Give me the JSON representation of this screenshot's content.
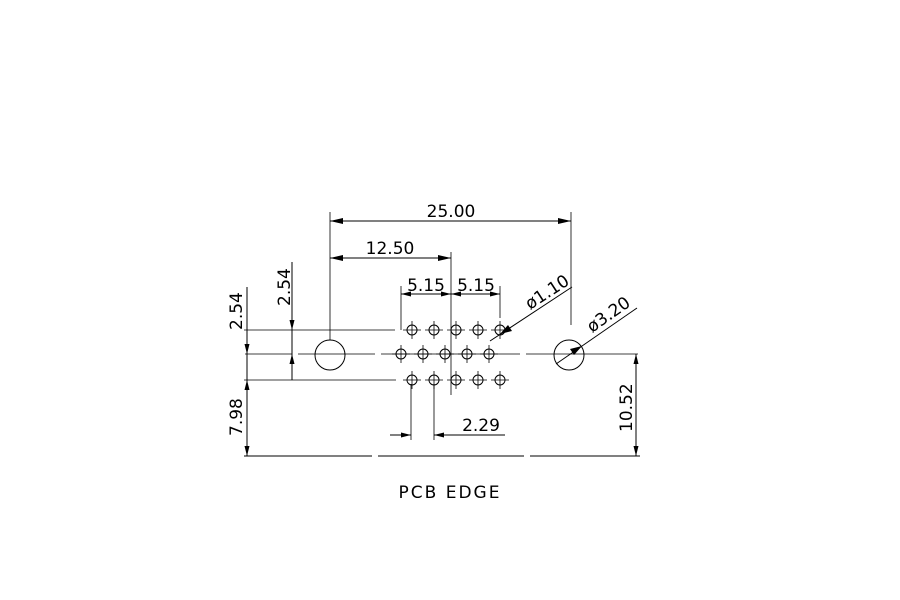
{
  "dimensions": {
    "overall_width": "25.00",
    "half_width": "12.50",
    "pin_span_left": "5.15",
    "pin_span_right": "5.15",
    "pin_diameter": "ø1.10",
    "mount_hole_diameter": "ø3.20",
    "row_pitch_left": "2.54",
    "row_pitch_inner": "2.54",
    "offset_to_edge": "7.98",
    "hole_height": "10.52",
    "pin_pitch": "2.29"
  },
  "caption": "PCB EDGE"
}
